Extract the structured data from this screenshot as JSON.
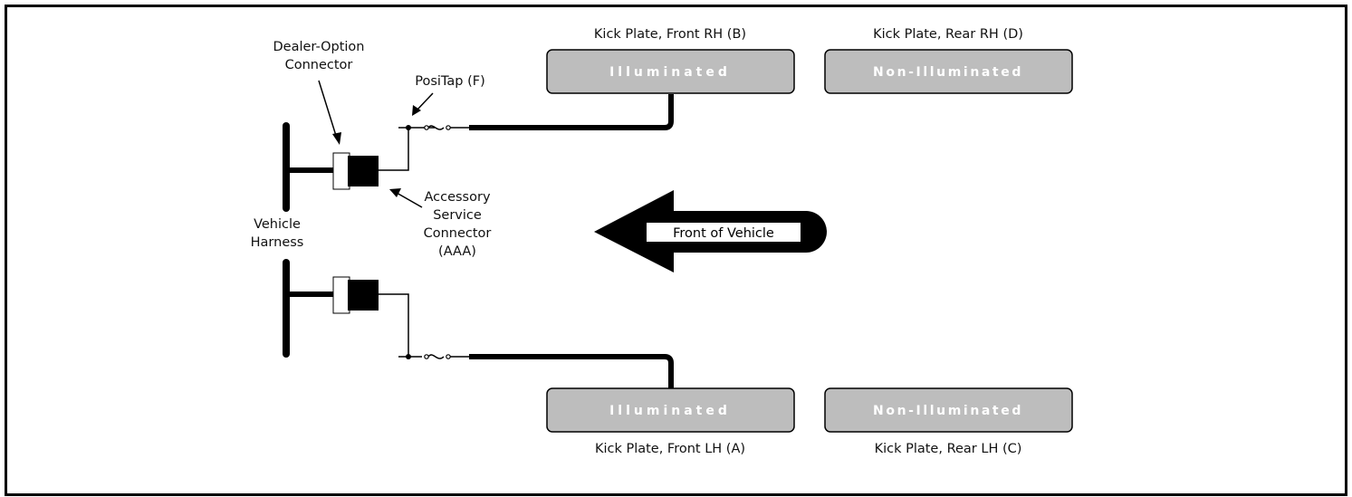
{
  "labels": {
    "dealer_option": [
      "Dealer-Option",
      "Connector"
    ],
    "positap": "PosiTap (F)",
    "accessory": [
      "Accessory",
      "Service",
      "Connector",
      "(AAA)"
    ],
    "vehicle_harness": [
      "Vehicle",
      "Harness"
    ],
    "front_of_vehicle": "Front of Vehicle"
  },
  "plates": {
    "front_rh": {
      "caption": "Kick Plate, Front RH (B)",
      "text": "Illuminated"
    },
    "rear_rh": {
      "caption": "Kick Plate, Rear RH (D)",
      "text": "Non-Illuminated"
    },
    "front_lh": {
      "caption": "Kick Plate, Front LH (A)",
      "text": "Illuminated"
    },
    "rear_lh": {
      "caption": "Kick Plate, Rear LH (C)",
      "text": "Non-Illuminated"
    }
  },
  "colors": {
    "plate_fill": "#bdbdbd",
    "line": "#000000"
  }
}
